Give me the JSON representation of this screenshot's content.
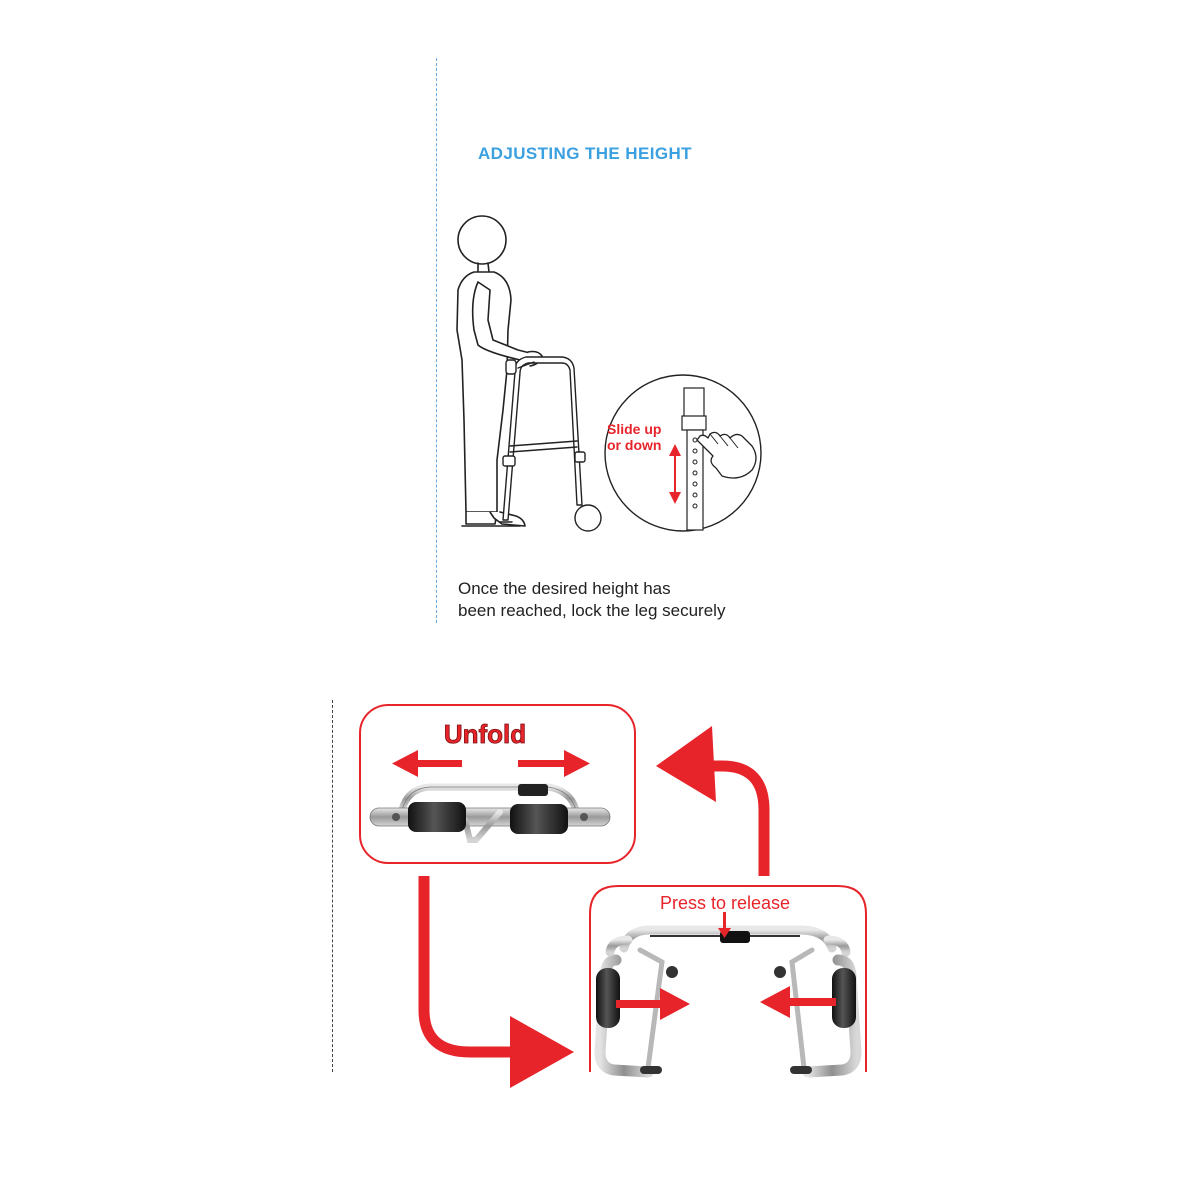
{
  "section": {
    "heading": "ADJUSTING THE HEIGHT",
    "callout": {
      "line1": "Slide up",
      "line2": "or down"
    },
    "instruction": {
      "line1": "Once the desired height has",
      "line2": "been reached, lock the leg securely"
    }
  },
  "fold_diagram": {
    "unfold_label": "Unfold",
    "release_label": "Press to release"
  },
  "colors": {
    "heading_blue": "#3aa0e0",
    "accent_red": "#e8242b",
    "frame_gray": "#a8a8a8",
    "grip_black": "#222222"
  }
}
